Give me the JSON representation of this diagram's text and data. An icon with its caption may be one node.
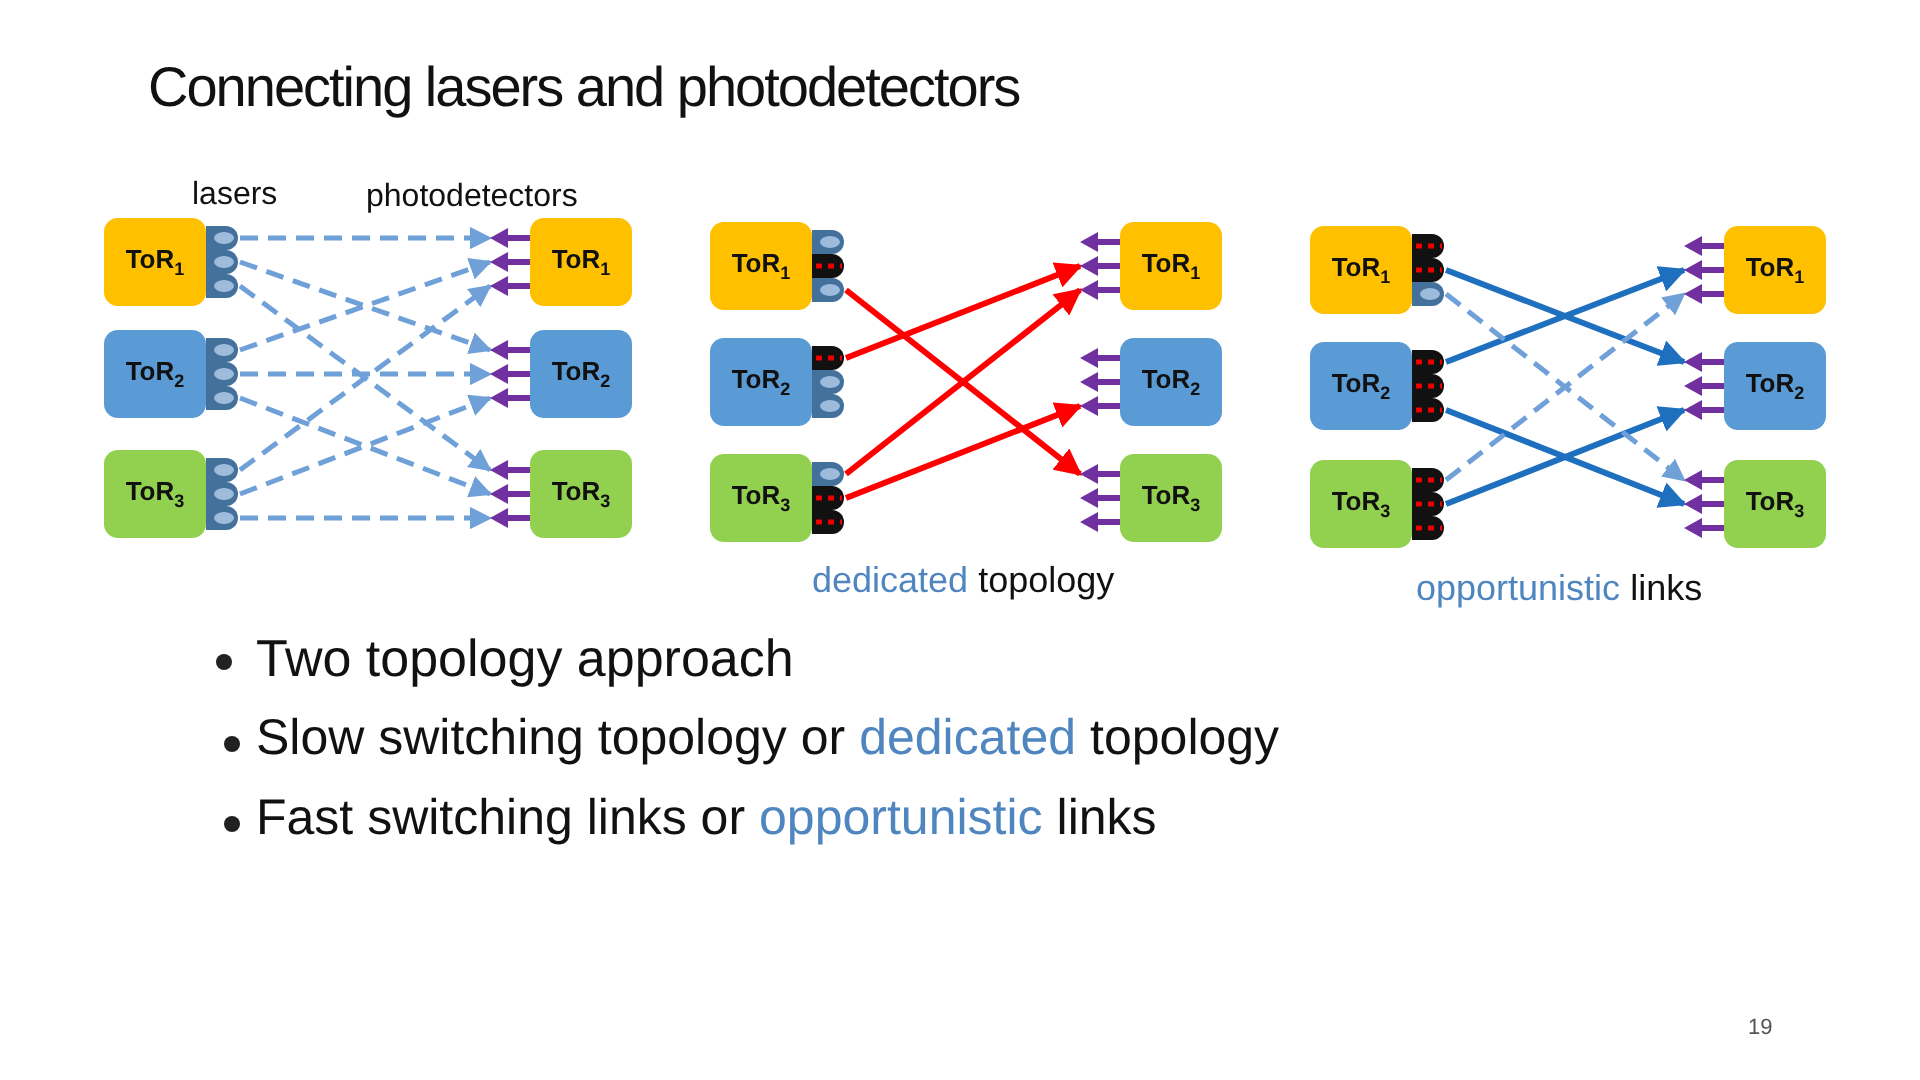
{
  "diagram": {
    "title": "Connecting lasers and photodetectors",
    "nodes": [
      {
        "text": [
          "ToR$_{1}$"
        ]
      },
      {
        "text": [
          "ToR$_{1}$"
        ]
      },
      {
        "text": [
          "ToR$_{2}$"
        ]
      },
      {
        "text": [
          "ToR$_{2}$"
        ]
      },
      {
        "text": [
          "ToR$_{3}$"
        ]
      },
      {
        "text": [
          "ToR$_{3}$"
        ]
      },
      {
        "text": [
          "ToR$_{1}$"
        ]
      },
      {
        "text": [
          "ToR$_{1}$"
        ]
      },
      {
        "text": [
          "ToR$_{2}$"
        ]
      },
      {
        "text": [
          "ToR$_{2}$"
        ]
      },
      {
        "text": [
          "ToR$_{3}$"
        ]
      },
      {
        "text": [
          "ToR$_{3}$"
        ]
      },
      {
        "text": [
          "ToR$_{1}$"
        ]
      },
      {
        "text": [
          "ToR$_{1}$"
        ]
      },
      {
        "text": [
          "ToR$_{2}$"
        ]
      },
      {
        "text": [
          "ToR$_{2}$"
        ]
      },
      {
        "text": [
          "ToR$_{3}$"
        ]
      },
      {
        "text": [
          "ToR$_{3}$"
        ]
      }
    ],
    "edges": [
      {
        "from": 0,
        "to": 1,
        "arrow": "to",
        "style": "dashed"
      },
      {
        "from": 0,
        "to": 3,
        "arrow": "to",
        "style": "dashed"
      },
      {
        "from": 0,
        "to": 5,
        "arrow": "to",
        "style": "dashed"
      },
      {
        "from": 2,
        "to": 1,
        "arrow": "to",
        "style": "dashed"
      },
      {
        "from": 2,
        "to": 3,
        "arrow": "to",
        "style": "dashed"
      },
      {
        "from": 2,
        "to": 5,
        "arrow": "to",
        "style": "dashed"
      },
      {
        "from": 4,
        "to": 1,
        "arrow": "to",
        "style": "dashed"
      },
      {
        "from": 4,
        "to": 3,
        "arrow": "to",
        "style": "dashed"
      },
      {
        "from": 4,
        "to": 5,
        "arrow": "to",
        "style": "dashed"
      },
      {
        "from": 6,
        "to": 11,
        "arrow": "to",
        "color": "#ff0000"
      },
      {
        "from": 8,
        "to": 7,
        "arrow": "to",
        "color": "#ff0000"
      },
      {
        "from": 10,
        "to": 7,
        "arrow": "to",
        "color": "#ff0000"
      },
      {
        "from": 10,
        "to": 9,
        "arrow": "to",
        "color": "#ff0000"
      },
      {
        "from": 12,
        "to": 15,
        "arrow": "to",
        "color": "#1f6fbf"
      },
      {
        "from": 14,
        "to": 13,
        "arrow": "to",
        "color": "#1f6fbf"
      },
      {
        "from": 14,
        "to": 17,
        "arrow": "to",
        "color": "#1f6fbf"
      },
      {
        "from": 16,
        "to": 15,
        "arrow": "to",
        "color": "#1f6fbf"
      },
      {
        "from": 12,
        "to": 17,
        "arrow": "to",
        "style": "dashed"
      },
      {
        "from": 16,
        "to": 13,
        "arrow": "to",
        "style": "dashed"
      }
    ],
    "labels": [
      "lasers",
      "photodetectors",
      "dedicated",
      "topology",
      "opportunistic",
      "links",
      "Two topology approach",
      "Slow switching topology or",
      "dedicated",
      "topology",
      "Fast switching links or",
      "opportunistic",
      "links",
      "19"
    ]
  }
}
